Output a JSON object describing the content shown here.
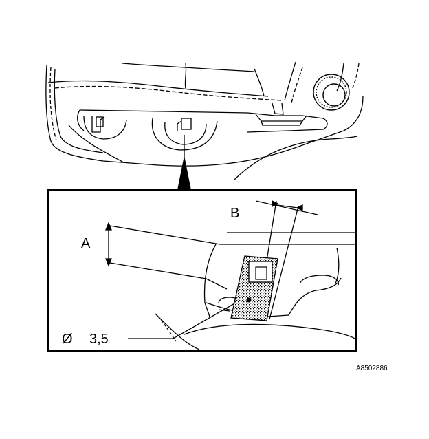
{
  "figure": {
    "labels": {
      "dimension_a": "A",
      "dimension_b": "B",
      "diameter_symbol": "Ø",
      "diameter_value": "3,5"
    },
    "reference_code": "A8502886"
  }
}
